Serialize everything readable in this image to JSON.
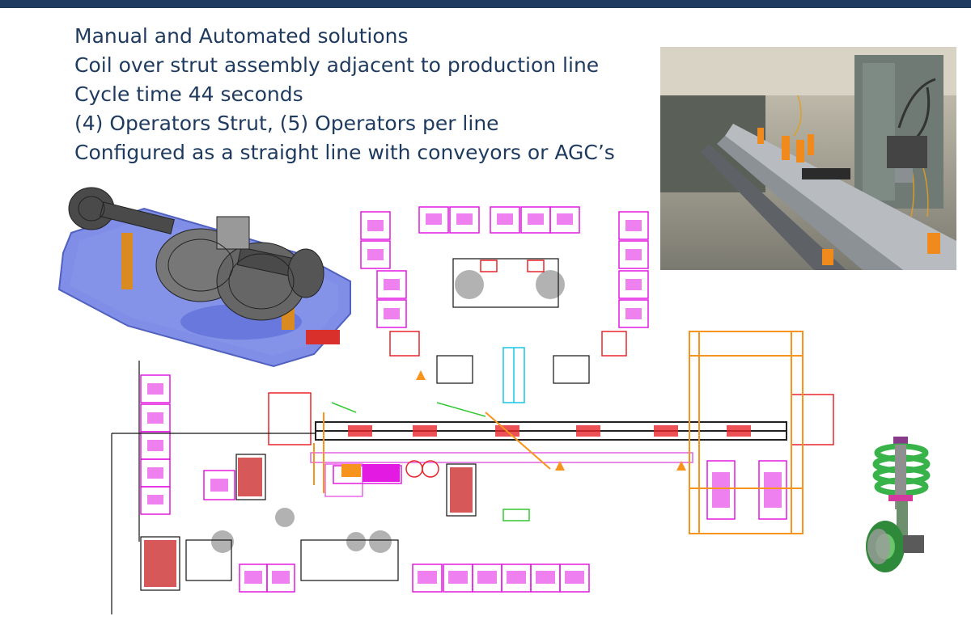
{
  "slide": {
    "bullets": [
      "Manual and Automated solutions",
      "Coil over strut assembly adjacent to production line",
      "Cycle time 44 seconds",
      "(4) Operators Strut, (5) Operators per line",
      "Configured as a straight line with conveyors or AGC’s"
    ]
  },
  "images": {
    "assembly_render": "3d-axle-assembly-render",
    "factory_photo": "assembly-line-photo",
    "layout_drawing": "plant-layout-cad-drawing",
    "strut_render": "coil-over-strut-render"
  },
  "colors": {
    "header_bar": "#1f3a5f",
    "text": "#1f3a5f",
    "cad_magenta": "#e21ae2",
    "cad_orange": "#f7941d",
    "cad_red": "#e8262c",
    "cad_cyan": "#19c7e0",
    "cad_green": "#34c934",
    "fixture_blue": "#4b5fd6"
  }
}
